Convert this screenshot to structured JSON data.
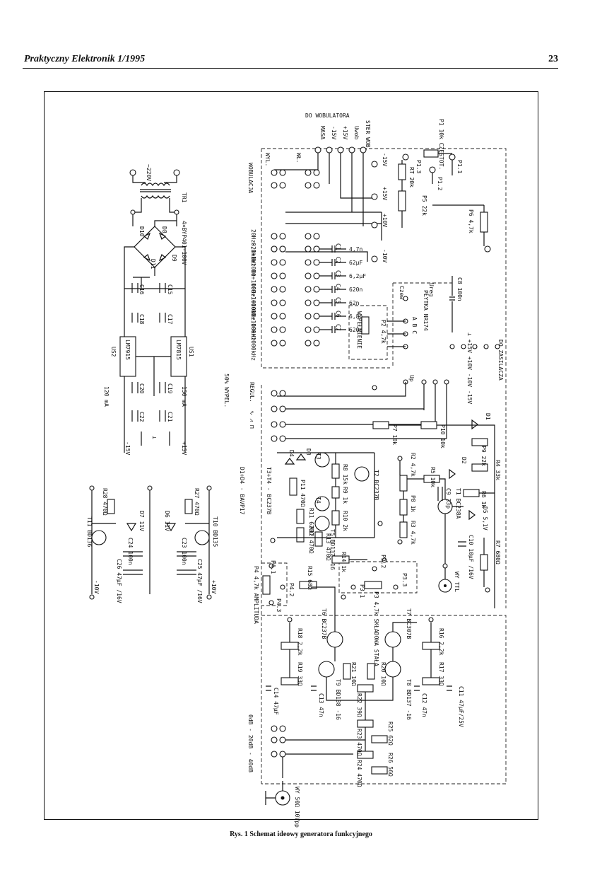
{
  "header": {
    "journal": "Praktyczny Elektronik 1/1995",
    "page_number": "23"
  },
  "caption": "Rys. 1 Schemat ideowy generatora funkcyjnego",
  "diagram": {
    "power": {
      "mains": "~220V",
      "transformer": "TR1",
      "rect_d8": "D8",
      "rect_d9": "D9",
      "rect_d10": "D10",
      "rect_d11": "D11",
      "rect_spec": "4×BYP401-100V",
      "c15": "C15",
      "c16": "C16",
      "c17": "C17",
      "c18": "C18",
      "c19": "C19",
      "c20": "C20",
      "c21": "C21",
      "c22": "C22",
      "reg_pos": "LM7815",
      "reg_neg": "LM7915",
      "us1": "US1",
      "us2": "US2",
      "out_pos": "+15V",
      "out_neg": "-15V",
      "ground": "⊥",
      "cur_pos": "150 mA",
      "cur_neg": "120 mA"
    },
    "aux": {
      "t10": "T10 BD135",
      "t11": "T11 BD136",
      "r27": "R27 470Ω",
      "r28": "R28 470Ω",
      "d6": "D6 11V",
      "d7": "D7 11V",
      "c23": "C23 100n",
      "c24": "C24 100n",
      "c25": "C25 47μF /16V",
      "c26": "C26 47μF /16V",
      "out_pos": "+10V",
      "out_neg": "-10V"
    },
    "wobulator": {
      "title": "DO WOBULATORA",
      "masa": "MASA",
      "m15": "-15V",
      "p15": "+15V",
      "uwob": "Uwob",
      "ster": "STER WOB.",
      "wyl": "WYL.",
      "wl": "WŁ.",
      "label": "WOBULACJA"
    },
    "freq": {
      "p1": "P1 10k CZĘSTOT.",
      "p1_1": "P1.1",
      "p1_2": "P1.2",
      "p1_3": "P1.3",
      "rt": "RT 20k",
      "p5": "P5 22k",
      "p6": "P6 4,7k",
      "c8": "C8 100n",
      "ureg": "Ureg",
      "m10": "-10V",
      "p10": "+10V",
      "m15": "-15V",
      "p15": "+15V"
    },
    "ranges": [
      {
        "range": "20Hz-20kHz",
        "cap": "4,7n",
        "name": "C1"
      },
      {
        "range": "0,1÷1Hz",
        "cap": "62μF",
        "name": "C2"
      },
      {
        "range": "1÷10Hz",
        "cap": "6,2μF",
        "name": "C3"
      },
      {
        "range": "10÷100Hz",
        "cap": "620n",
        "name": "C4"
      },
      {
        "range": "100÷1000Hz",
        "cap": "62n",
        "name": "C5"
      },
      {
        "range": "1÷10kHz",
        "cap": "6,8n",
        "name": "C6"
      },
      {
        "range": "10÷100kHz",
        "cap": "620p",
        "name": "C7"
      },
      {
        "range": "100÷1000kHz",
        "cap": "",
        "name": ""
      }
    ],
    "board": {
      "title": "PŁYTKA NR174",
      "zasilacza": "DO ZASILACZA",
      "p2": "P2 4,7k",
      "wypelnienie": "WYPEŁNIENIE",
      "pins": "A B C",
      "czew": "Czew",
      "up": "Up",
      "supply": "⊥ +15V +10V -10V -15V"
    },
    "wave": {
      "regul": "REGUL.",
      "wypel": "50% WYPEL.",
      "shapes": "∿ ⩘ ⊓"
    },
    "shaper": {
      "t2": "T2 BC237B",
      "t3": "T3",
      "t4": "T4",
      "t5": "T5 BD137 -16",
      "r8": "R8 15k",
      "r9": "R9 1k",
      "r10": "R10 2k",
      "r11": "R11 620Ω",
      "r12": "R12 470Ω",
      "r13": "R13 470Ω",
      "p11": "P11 470Ω",
      "diodes": "D1÷D4 - BAVP17",
      "t3t4": "T3÷T4 - BC237B",
      "d3": "D3",
      "d4": "D4"
    },
    "ttl": {
      "t1": "T1 BC238A",
      "r2": "R2 4,7k",
      "r3": "R3 4,7k",
      "r4": "R4 33k",
      "r5": "R5 10k",
      "r6": "R6 1k",
      "r7": "R7 680Ω",
      "p7": "P7 10k",
      "p8": "P8 1k",
      "p9": "P9 22k",
      "p10": "P10 10k",
      "d1": "D1",
      "d2": "D2",
      "d5": "D5 5,1V",
      "c9": "C9 33p",
      "c10": "C10 10μF /16V",
      "wy_ttl": "WY TTL"
    },
    "output": {
      "p4": "P4 4,7k AMPLITUDA",
      "p4_1": "P4.1",
      "p4_2": "P4.2",
      "p4_3": "P4.3",
      "p3": "P3 4,7k SKŁADOWA STAŁA",
      "p3_1": "P3.1",
      "p3_2": "P3.2",
      "p3_3": "P3.3",
      "r14": "R14 1k",
      "r15": "R15 68Ω",
      "t6": "T6 BC237B",
      "t7": "T7 BC307B",
      "t8": "T8 BD137 -16",
      "t9": "T9 BD138 -16",
      "r16": "R16 2,2k",
      "r17": "R17 33Ω",
      "r18": "R18 2,2k",
      "r19": "R19 33Ω",
      "r20": "R20 10Ω",
      "r21": "R21 10Ω",
      "r22": "R22 39Ω",
      "r23": "R23 470Ω",
      "r24": "R24 470Ω",
      "r25": "R25 62Ω",
      "r26": "R26 56Ω",
      "c11": "C11 47μF/25V",
      "c12": "C12 47n",
      "c13": "C13 47n",
      "c14": "C14 47μF",
      "att": "0dB - 20dB - 40dB",
      "wy": "WY 50Ω 10Vpp"
    }
  }
}
